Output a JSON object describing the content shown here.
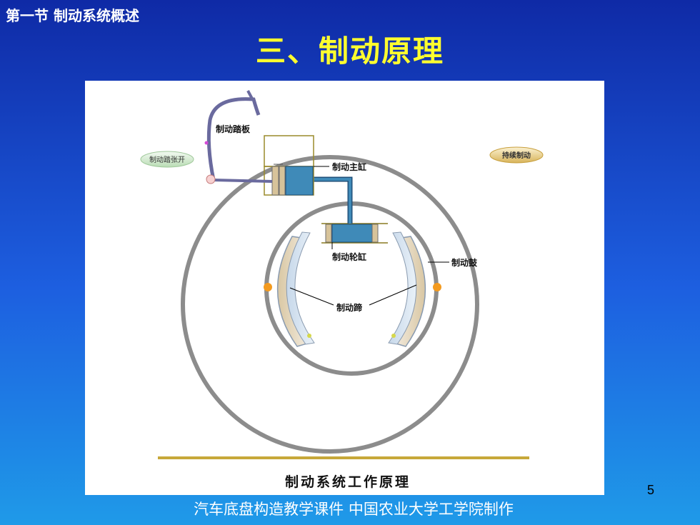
{
  "header": {
    "section": "第一节 制动系统概述",
    "title": "三、制动原理"
  },
  "diagram": {
    "labels": {
      "brake_pedal": "制动踏板",
      "pedal_release": "制动踏张开",
      "continuous_braking": "持续制动",
      "master_cylinder": "制动主缸",
      "wheel_cylinder": "制动轮缸",
      "brake_drum": "制动鼓",
      "brake_shoe": "制动蹄"
    },
    "caption": "制动系统工作原理"
  },
  "page_number": "5",
  "footer": "汽车底盘构造教学课件   中国农业大学工学院制作"
}
